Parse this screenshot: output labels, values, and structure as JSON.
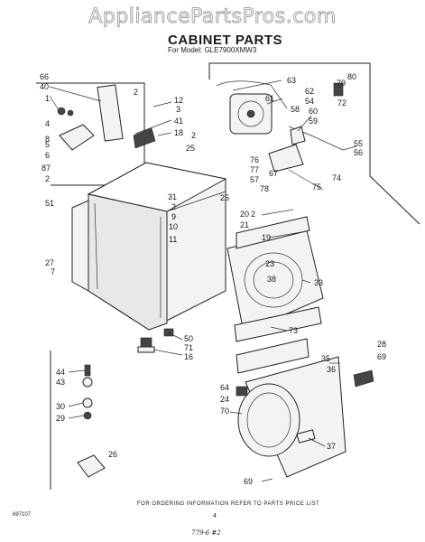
{
  "watermark": "AppliancePartsPros.com",
  "header": {
    "title": "CABINET PARTS",
    "model_line": "For Model: GLE7900XMW3"
  },
  "footer": {
    "ordering_info": "FOR ORDERING INFORMATION REFER TO PARTS PRICE LIST",
    "doc_number": "697107",
    "page_number": "4",
    "handwritten_note": "779-6 #2"
  },
  "callouts": [
    "66",
    "40",
    "1",
    "3",
    "12",
    "2",
    "41",
    "18",
    "4",
    "5",
    "6",
    "8",
    "87",
    "2",
    "2",
    "25",
    "51",
    "31",
    "2",
    "9",
    "10",
    "11",
    "27",
    "7",
    "63",
    "80",
    "62",
    "79",
    "61",
    "54",
    "72",
    "58",
    "60",
    "59",
    "76",
    "55",
    "56",
    "77",
    "57",
    "67",
    "74",
    "75",
    "78",
    "20",
    "2",
    "21",
    "19",
    "25",
    "23",
    "38",
    "33",
    "73",
    "50",
    "71",
    "16",
    "44",
    "43",
    "30",
    "29",
    "26",
    "28",
    "69",
    "35",
    "36",
    "64",
    "24",
    "70",
    "37",
    "69"
  ]
}
